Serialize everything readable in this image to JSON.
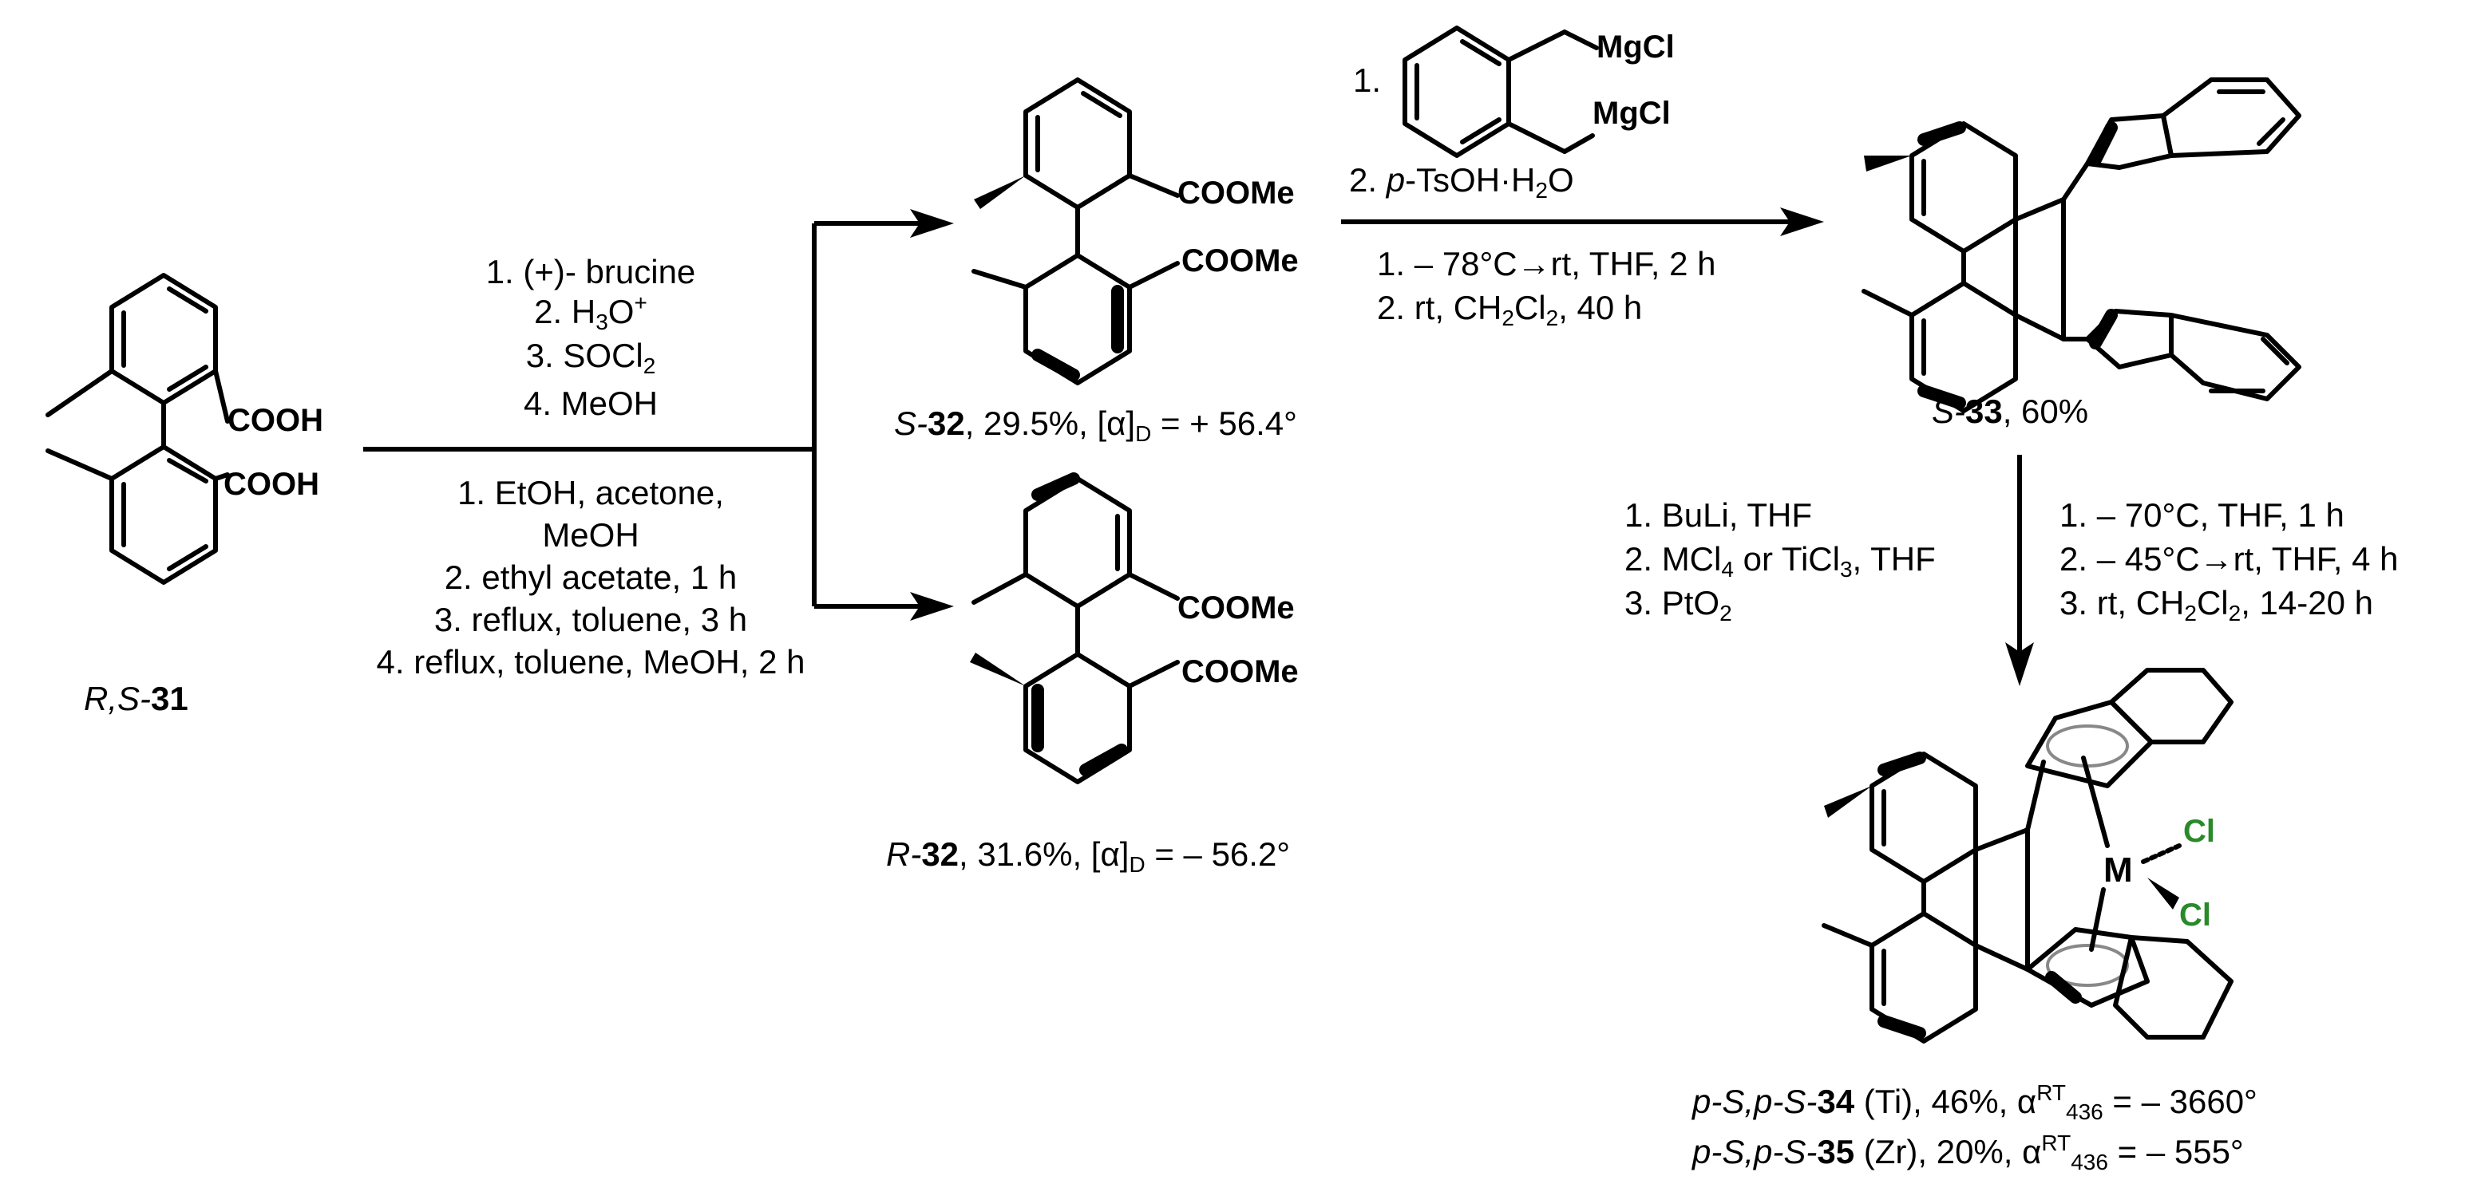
{
  "compounds": {
    "c31": {
      "prefix": "R,S-",
      "num": "31",
      "group1": "COOH",
      "group2": "COOH"
    },
    "s32": {
      "prefix": "S-",
      "num": "32",
      "rest": ", 29.5%, [α]",
      "sub": "D",
      "val": " = + 56.4°",
      "group1": "COOMe",
      "group2": "COOMe"
    },
    "r32": {
      "prefix": "R-",
      "num": "32",
      "rest": ", 31.6%, [α]",
      "sub": "D",
      "val": " = – 56.2°",
      "group1": "COOMe",
      "group2": "COOMe"
    },
    "s33": {
      "prefix": "S-",
      "num": "33",
      "rest": ", 60%"
    },
    "c34": {
      "prefix": "p-S,p-S-",
      "num": "34",
      "rest": " (Ti), 46%, α",
      "sup": "RT",
      "sub": "436",
      "val": " = – 3660°"
    },
    "c35": {
      "prefix": "p-S,p-S-",
      "num": "35",
      "rest": " (Zr), 20%, α",
      "sup": "RT",
      "sub": "436",
      "val": " = – 555°"
    },
    "metal": {
      "m": "M",
      "cl1": "Cl",
      "cl2": "Cl"
    }
  },
  "step1_reagents": [
    "1. (+)- brucine",
    "2. H",
    "3. SOCl",
    "4. MeOH"
  ],
  "step1_sub": {
    "h3o": "3",
    "h3o_tail": "O",
    "h3o_sup": "+",
    "socl_sub": "2"
  },
  "step1_conditions": [
    "1. EtOH, acetone,",
    "MeOH",
    "2. ethyl acetate, 1 h",
    "3. reflux, toluene, 3 h",
    "4. reflux, toluene, MeOH, 2 h"
  ],
  "step2_reagents": {
    "r1": "1.",
    "grignard1": "MgCl",
    "grignard2": "MgCl",
    "r2a": "2.  ",
    "r2b": "p",
    "r2c": "-TsOH·H",
    "r2d": "2",
    "r2e": "O"
  },
  "step2_conditions": {
    "c1": "1. – 78°C→rt, THF, 2 h",
    "c2a": "2. rt,  CH",
    "c2b": "2",
    "c2c": "Cl",
    "c2d": "2",
    "c2e": ", 40 h"
  },
  "step3_reagents": {
    "a": "1. BuLi, THF",
    "b1": "2. MCl",
    "b2": "4",
    "b3": " or TiCl",
    "b4": "3",
    "b5": ", THF",
    "c1": "3. PtO",
    "c2": "2"
  },
  "step3_conditions": {
    "a": "1. – 70°C, THF, 1 h",
    "b": "2. – 45°C→rt, THF, 4 h",
    "c1": "3.   rt,  CH",
    "c2": "2",
    "c3": "Cl",
    "c4": "2",
    "c5": ", 14-20 h"
  }
}
